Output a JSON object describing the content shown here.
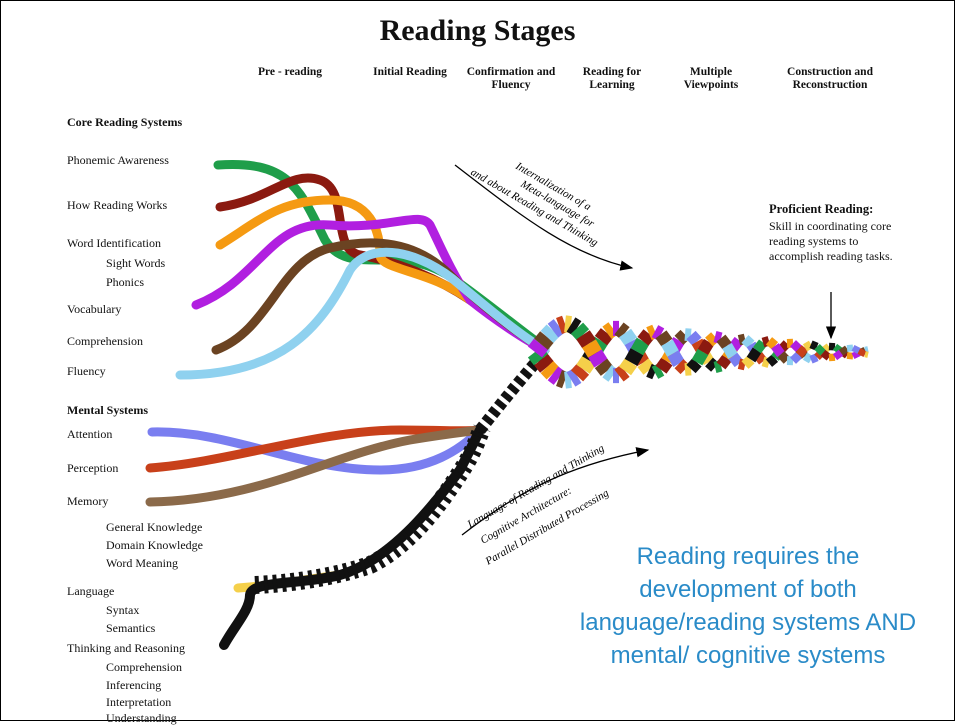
{
  "title": "Reading Stages",
  "stages": [
    {
      "label": "Pre - reading"
    },
    {
      "label": "Initial Reading"
    },
    {
      "label": "Confirmation and Fluency"
    },
    {
      "label": "Reading for Learning"
    },
    {
      "label": "Multiple Viewpoints"
    },
    {
      "label": "Construction and Reconstruction"
    }
  ],
  "core_header": "Core Reading Systems",
  "core_systems": [
    {
      "label": "Phonemic Awareness",
      "color": "#1f9e4a"
    },
    {
      "label": "How Reading Works",
      "color": "#8b1a10"
    },
    {
      "label": "Word Identification",
      "color": "#f59a12"
    },
    {
      "label": "Sight Words"
    },
    {
      "label": "Phonics"
    },
    {
      "label": "Vocabulary",
      "color": "#b11fe0"
    },
    {
      "label": "Comprehension",
      "color": "#6b4322"
    },
    {
      "label": "Fluency",
      "color": "#8fd1ef"
    }
  ],
  "mental_header": "Mental Systems",
  "mental_systems": [
    {
      "label": "Attention",
      "color": "#7a7ef0"
    },
    {
      "label": "Perception",
      "color": "#c8401a"
    },
    {
      "label": "Memory",
      "color": "#8b6a4a"
    },
    {
      "label": "General Knowledge"
    },
    {
      "label": "Domain Knowledge"
    },
    {
      "label": "Word Meaning"
    },
    {
      "label": "Language",
      "color": "#f5d04a"
    },
    {
      "label": "Syntax"
    },
    {
      "label": "Semantics"
    },
    {
      "label": "Thinking and Reasoning",
      "color": "#111111"
    },
    {
      "label": "Comprehension"
    },
    {
      "label": "Inferencing"
    },
    {
      "label": "Interpretation"
    },
    {
      "label": "Understanding"
    }
  ],
  "arrow_upper_text": [
    "Internalization of a",
    "Meta-language for",
    "and about Reading and Thinking"
  ],
  "arrow_lower_text": [
    "Language of Reading and Thinking",
    "Cognitive Architecture:",
    "Parallel Distributed Processing"
  ],
  "proficient": {
    "title": "Proficient Reading:",
    "body": "Skill in coordinating core reading systems to accomplish reading tasks."
  },
  "caption": "Reading requires the development of both language/reading systems AND mental/ cognitive systems"
}
